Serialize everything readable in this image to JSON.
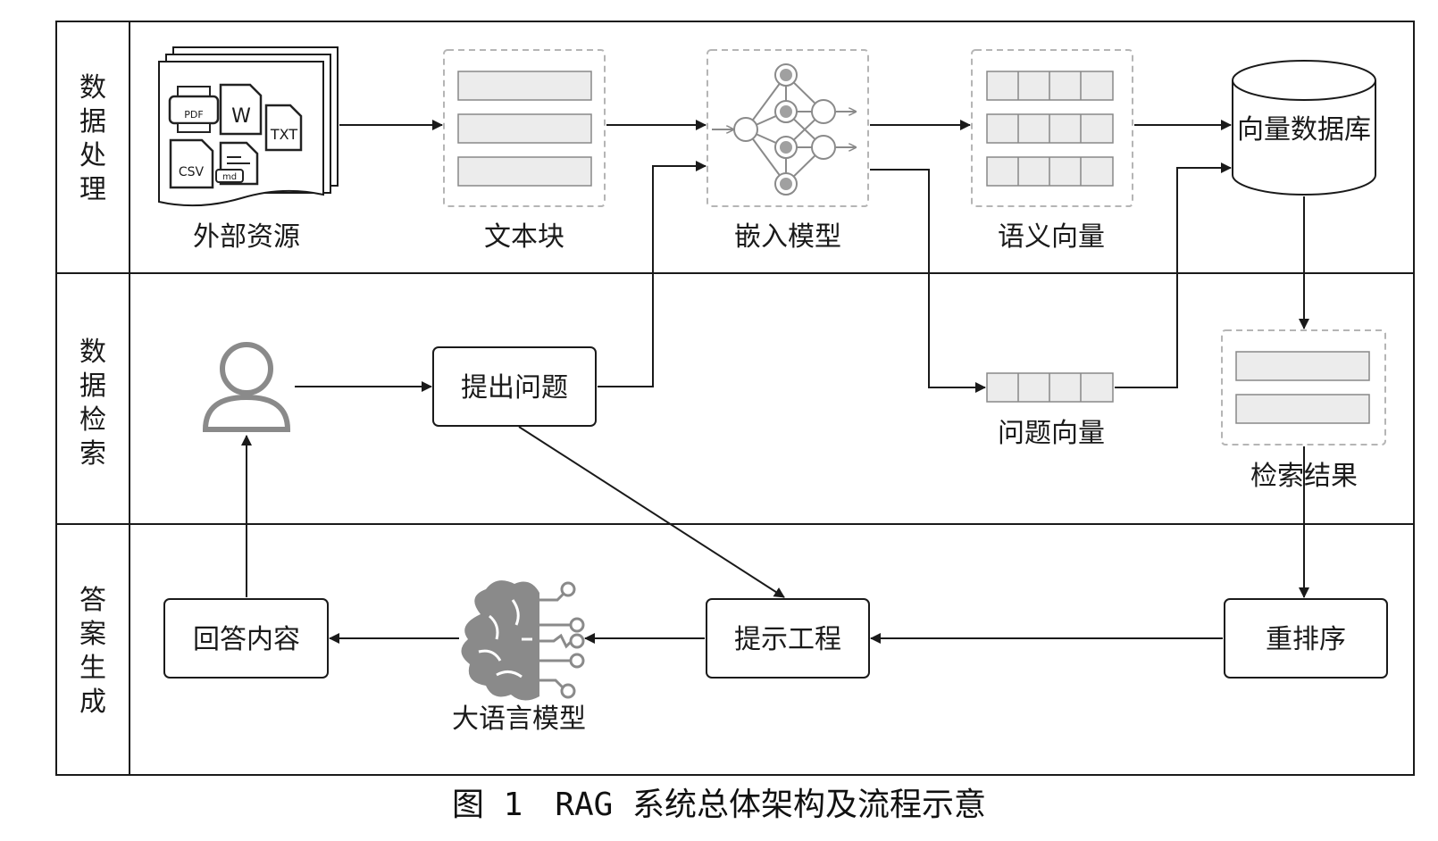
{
  "lanes": [
    {
      "chars": [
        "数",
        "据",
        "处",
        "理"
      ]
    },
    {
      "chars": [
        "数",
        "据",
        "检",
        "索"
      ]
    },
    {
      "chars": [
        "答",
        "案",
        "生",
        "成"
      ]
    }
  ],
  "nodes": {
    "external_sources": "外部资源",
    "text_chunks": "文本块",
    "embedding_model": "嵌入模型",
    "semantic_vectors": "语义向量",
    "vector_db": "向量数据库",
    "ask_question": "提出问题",
    "question_vector": "问题向量",
    "retrieval_results": "检索结果",
    "rerank": "重排序",
    "prompt_engineering": "提示工程",
    "llm": "大语言模型",
    "answer_content": "回答内容"
  },
  "file_icons": {
    "pdf": "PDF",
    "word": "W",
    "txt": "TXT",
    "csv": "CSV",
    "md": "md"
  },
  "caption": "图 1　RAG 系统总体架构及流程示意",
  "colors": {
    "line": "#1a1a1a",
    "grey_fill": "#ececec",
    "dash": "#b5b5b5",
    "node_grey": "#9a9a9a",
    "brain_grey": "#8a8a8a"
  }
}
